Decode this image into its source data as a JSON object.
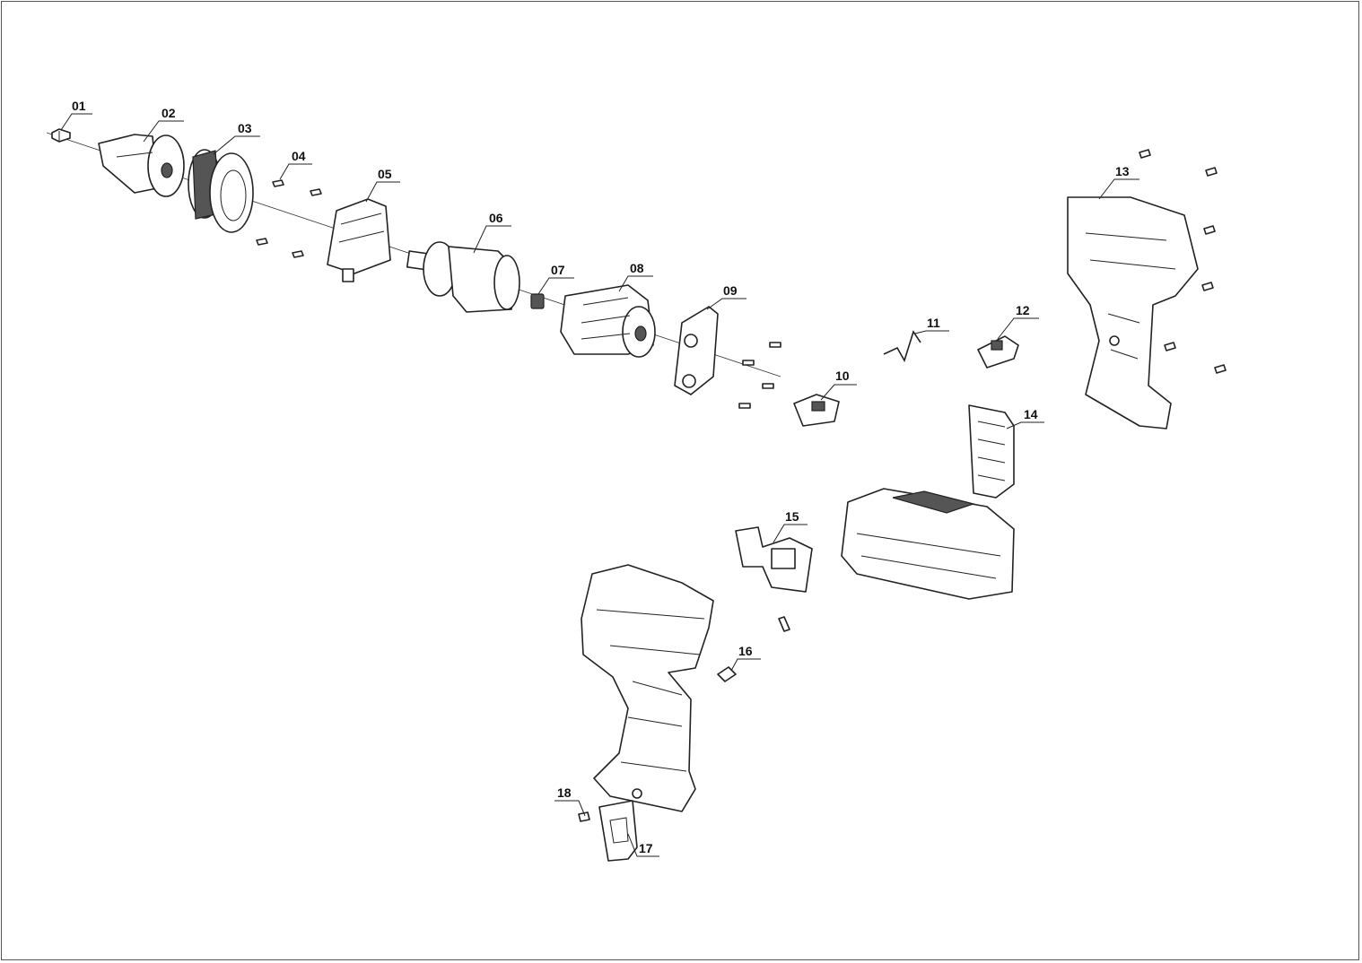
{
  "parts": [
    {
      "id": "01"
    },
    {
      "id": "02"
    },
    {
      "id": "03"
    },
    {
      "id": "04"
    },
    {
      "id": "05"
    },
    {
      "id": "06"
    },
    {
      "id": "07"
    },
    {
      "id": "08"
    },
    {
      "id": "09"
    },
    {
      "id": "10"
    },
    {
      "id": "11"
    },
    {
      "id": "12"
    },
    {
      "id": "13"
    },
    {
      "id": "14"
    },
    {
      "id": "15"
    },
    {
      "id": "16"
    },
    {
      "id": "17"
    },
    {
      "id": "18"
    }
  ]
}
